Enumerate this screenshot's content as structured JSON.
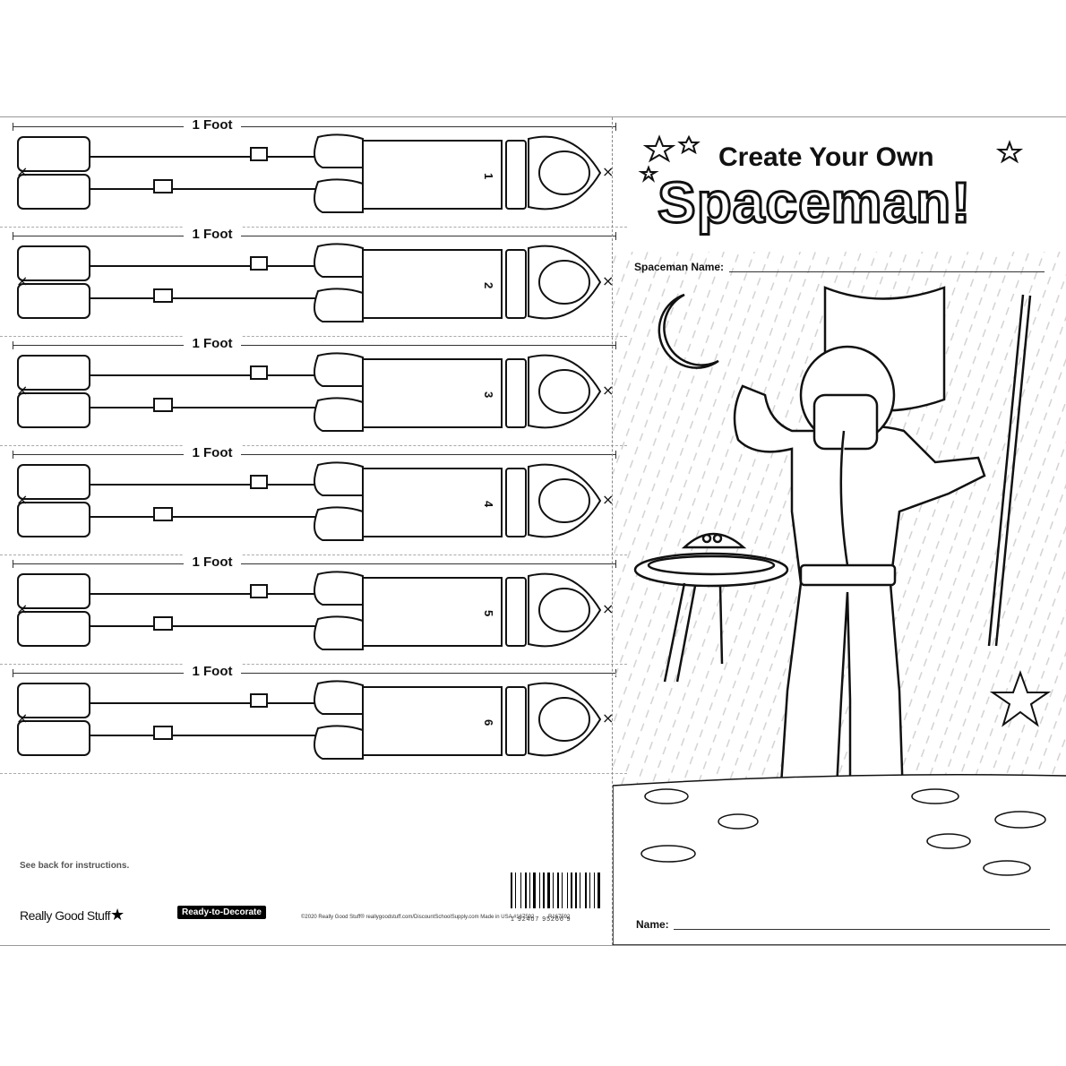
{
  "strips": [
    {
      "label": "1 Foot",
      "number": "1"
    },
    {
      "label": "1 Foot",
      "number": "2"
    },
    {
      "label": "1 Foot",
      "number": "3"
    },
    {
      "label": "1 Foot",
      "number": "4"
    },
    {
      "label": "1 Foot",
      "number": "5"
    },
    {
      "label": "1 Foot",
      "number": "6"
    }
  ],
  "instructions_note": "See back for instructions.",
  "brand": {
    "name": "Really Good Stuff",
    "series": "Ready-to-Decorate"
  },
  "copyright": "©2020 Really Good Stuff® reallygoodstuff.com/DiscountSchoolSupply.com  Made in USA  #167592",
  "product_code": "R167592",
  "barcode_number": "1 92407 95266 9",
  "poster": {
    "title_line1": "Create Your Own",
    "title_line2": "Spaceman!",
    "spaceman_name_label": "Spaceman Name:",
    "name_label": "Name:"
  }
}
